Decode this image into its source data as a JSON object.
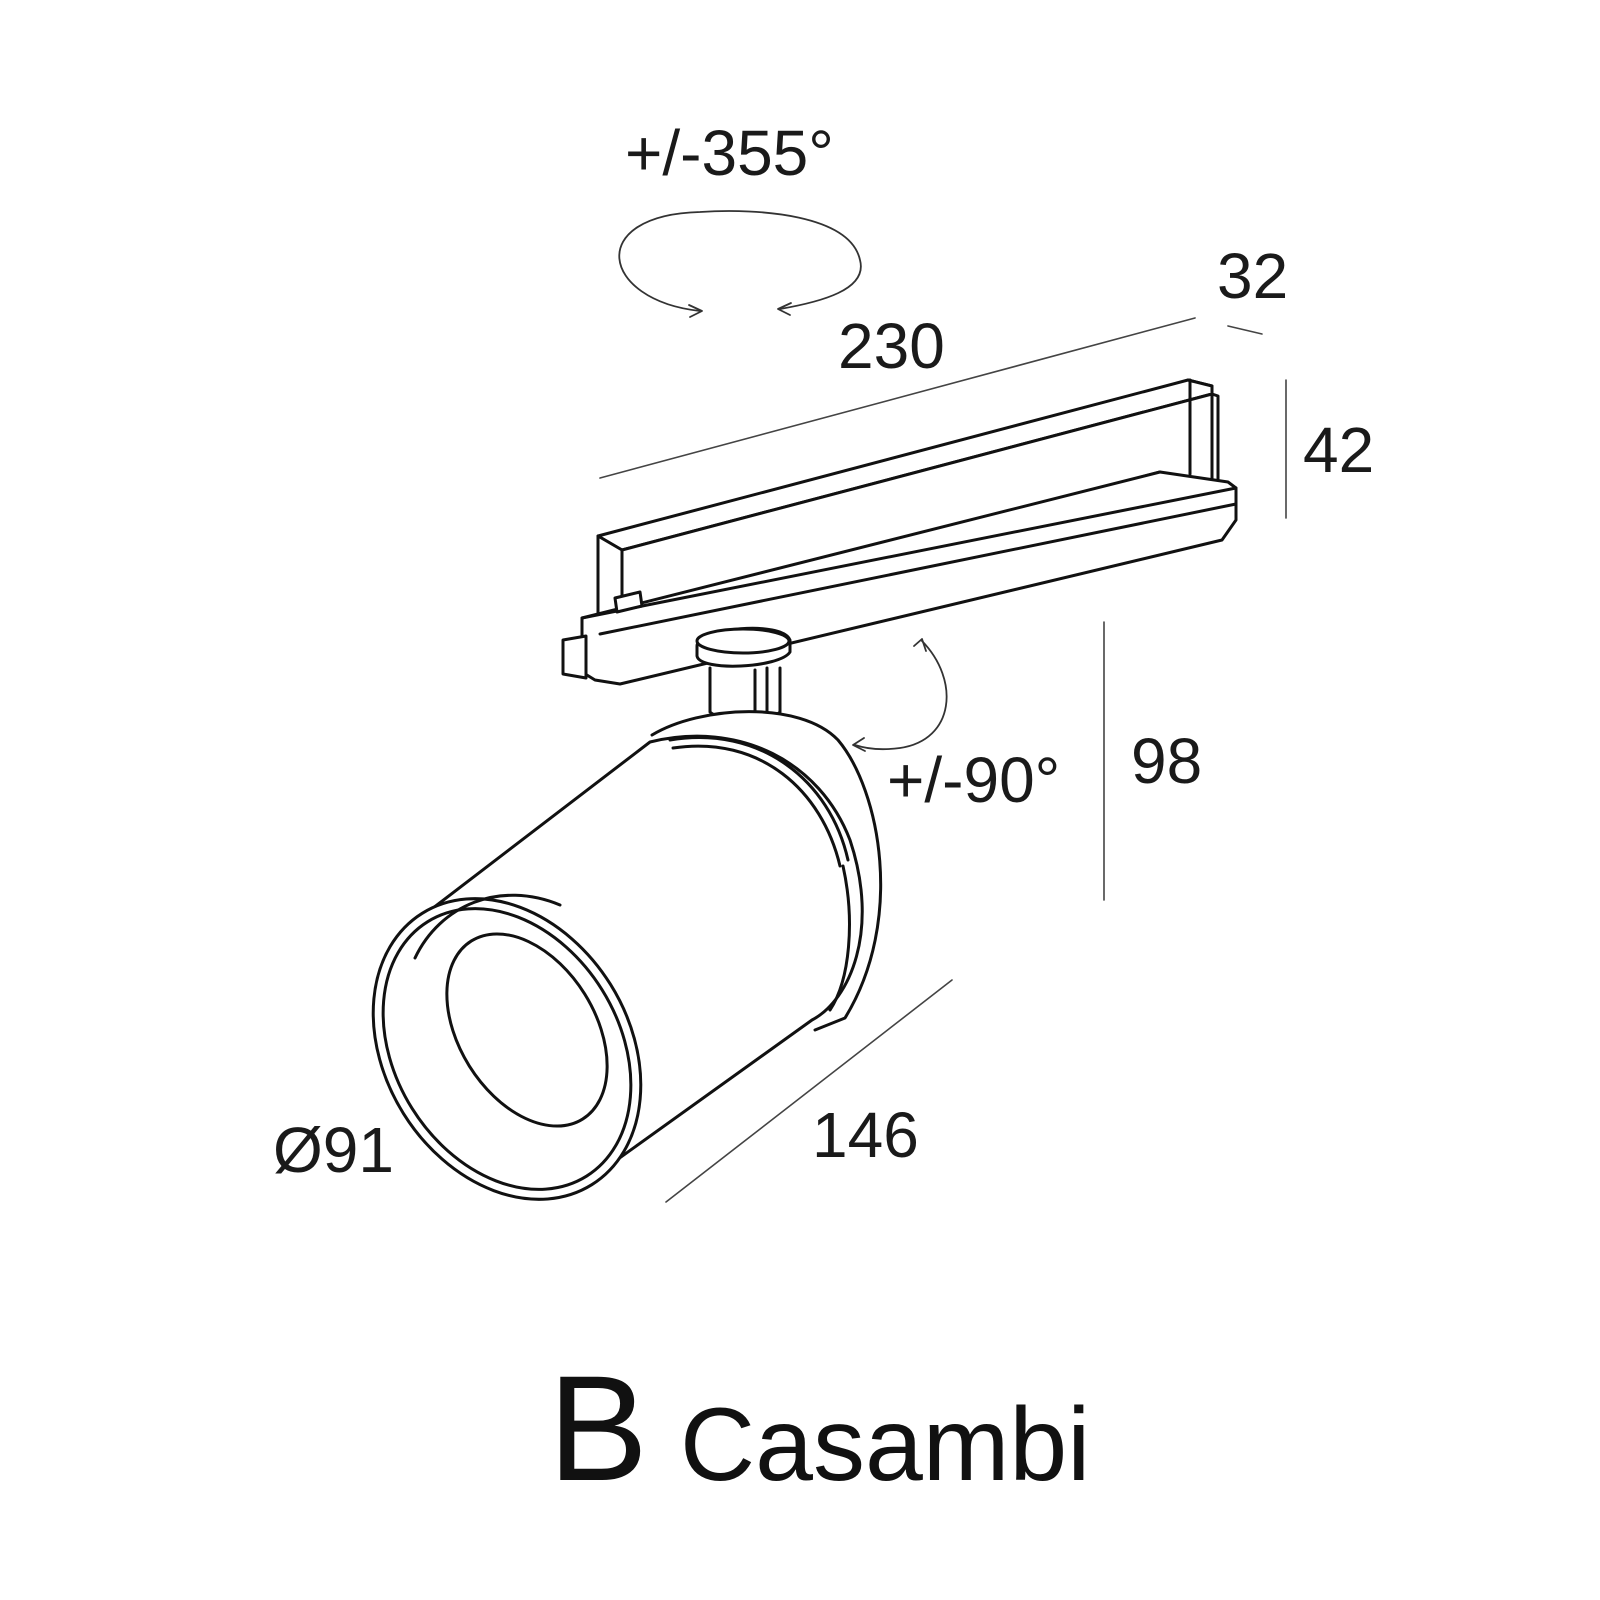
{
  "dimensions": {
    "rotation_horizontal": "+/-355°",
    "track_length": "230",
    "track_width": "32",
    "track_height": "42",
    "tilt": "+/-90°",
    "drop_height": "98",
    "head_length": "146",
    "diameter": "Ø91"
  },
  "title": {
    "variant": "B",
    "control": "Casambi"
  },
  "colors": {
    "line": "#111111",
    "background": "#ffffff"
  }
}
